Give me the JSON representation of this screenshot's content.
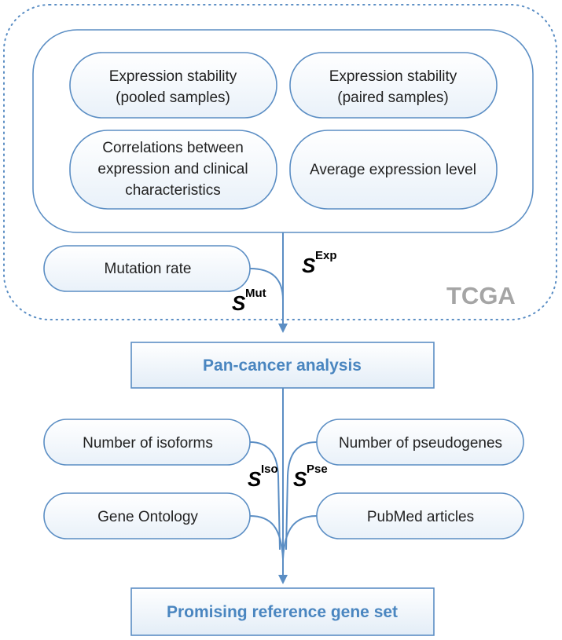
{
  "colors": {
    "accent": "#4a86c0",
    "border": "#5b8ec4",
    "fill_light": "#e9f1f9",
    "tcga_label": "#a5a5a5",
    "text": "#222222"
  },
  "tcga": {
    "label": "TCGA",
    "metrics": [
      {
        "line1": "Expression stability",
        "line2": "(pooled samples)"
      },
      {
        "line1": "Expression stability",
        "line2": "(paired samples)"
      },
      {
        "line1": "Correlations between",
        "line2": "expression and clinical",
        "line3": "characteristics"
      },
      {
        "line1": "Average expression level"
      }
    ]
  },
  "mutation_rate": "Mutation rate",
  "scores": {
    "exp": {
      "main": "S",
      "sup": "Exp"
    },
    "mut": {
      "main": "S",
      "sup": "Mut"
    },
    "iso": {
      "main": "S",
      "sup": "Iso"
    },
    "pse": {
      "main": "S",
      "sup": "Pse"
    }
  },
  "pan_cancer": "Pan-cancer analysis",
  "annotations": {
    "isoforms": "Number of isoforms",
    "pseudogenes": "Number of pseudogenes",
    "gene_ontology": "Gene Ontology",
    "pubmed": "PubMed articles"
  },
  "result": "Promising reference gene set"
}
